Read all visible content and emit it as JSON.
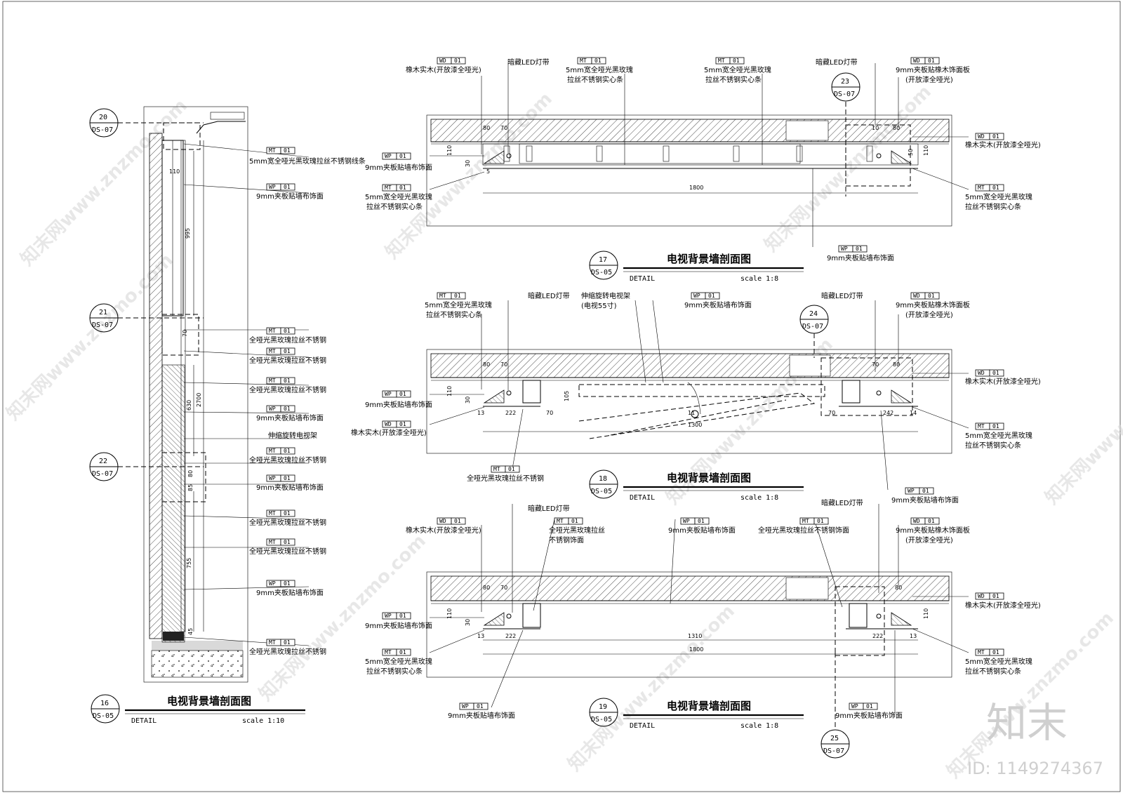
{
  "tags": {
    "MT01": {
      "code": "MT",
      "num": "01"
    },
    "WP01": {
      "code": "WP",
      "num": "01"
    },
    "WD01": {
      "code": "WD",
      "num": "01"
    }
  },
  "labels": {
    "mt_line_strip": "5mm宽全哑光黑玫瑰拉丝不锈钢线条",
    "wp_board": "9mm夹板贴墙布饰面",
    "mt_steel": "全哑光黑玫瑰拉丝不锈钢",
    "tv_mount": "伸缩旋转电视架",
    "tv_mount_2": "伸缩旋转电视架",
    "tv_size": "(电视55寸)",
    "led": "暗藏LED灯带",
    "oak": "橡木实木(开放漆全哑光)",
    "oak_a": "橡木实木(开放漆全哑光)",
    "mt5_a": "5mm宽全哑光黑玫瑰",
    "mt5_b": "拉丝不锈钢实心条",
    "wd_panel_a": "9mm夹板贴橡木饰面板",
    "wd_panel_b": "(开放漆全哑光)",
    "mt_face": "全哑光黑玫瑰拉丝不锈钢饰面",
    "mt_steel_a": "全哑光黑玫瑰拉丝",
    "mt_steel_b": "不锈钢饰面"
  },
  "bubbles": {
    "b20": {
      "num": "20",
      "ref": "DS-07"
    },
    "b21": {
      "num": "21",
      "ref": "DS-07"
    },
    "b22": {
      "num": "22",
      "ref": "DS-07"
    },
    "b23": {
      "num": "23",
      "ref": "DS-07"
    },
    "b24": {
      "num": "24",
      "ref": "DS-07"
    },
    "b25": {
      "num": "25",
      "ref": "DS-07"
    }
  },
  "titles": {
    "t16": {
      "num": "16",
      "ref": "DS-05",
      "name": "电视背景墙剖面图",
      "detail": "DETAIL",
      "scale": "scale 1:10"
    },
    "t17": {
      "num": "17",
      "ref": "DS-05",
      "name": "电视背景墙剖面图",
      "detail": "DETAIL",
      "scale": "scale 1:8"
    },
    "t18": {
      "num": "18",
      "ref": "DS-05",
      "name": "电视背景墙剖面图",
      "detail": "DETAIL",
      "scale": "scale 1:8"
    },
    "t19": {
      "num": "19",
      "ref": "DS-05",
      "name": "电视背景墙剖面图",
      "detail": "DETAIL",
      "scale": "scale 1:8"
    }
  },
  "dims": {
    "d110": "110",
    "d995": "995",
    "d2700": "2700",
    "d630": "630",
    "d755": "755",
    "d70": "70",
    "d80": "80",
    "d85": "85",
    "d105": "105",
    "d1800": "1800",
    "d1310": "1310",
    "d222": "222",
    "d242": "242",
    "d50": "50",
    "d30": "30",
    "d10": "10",
    "d13": "13",
    "d5": "5",
    "d14": "14",
    "d11": "11",
    "d1300": "1300",
    "d45": "45"
  },
  "brand": {
    "logo": "知末",
    "id": "ID: 1149274367",
    "watermark": "知末网www.znzmo.com"
  }
}
